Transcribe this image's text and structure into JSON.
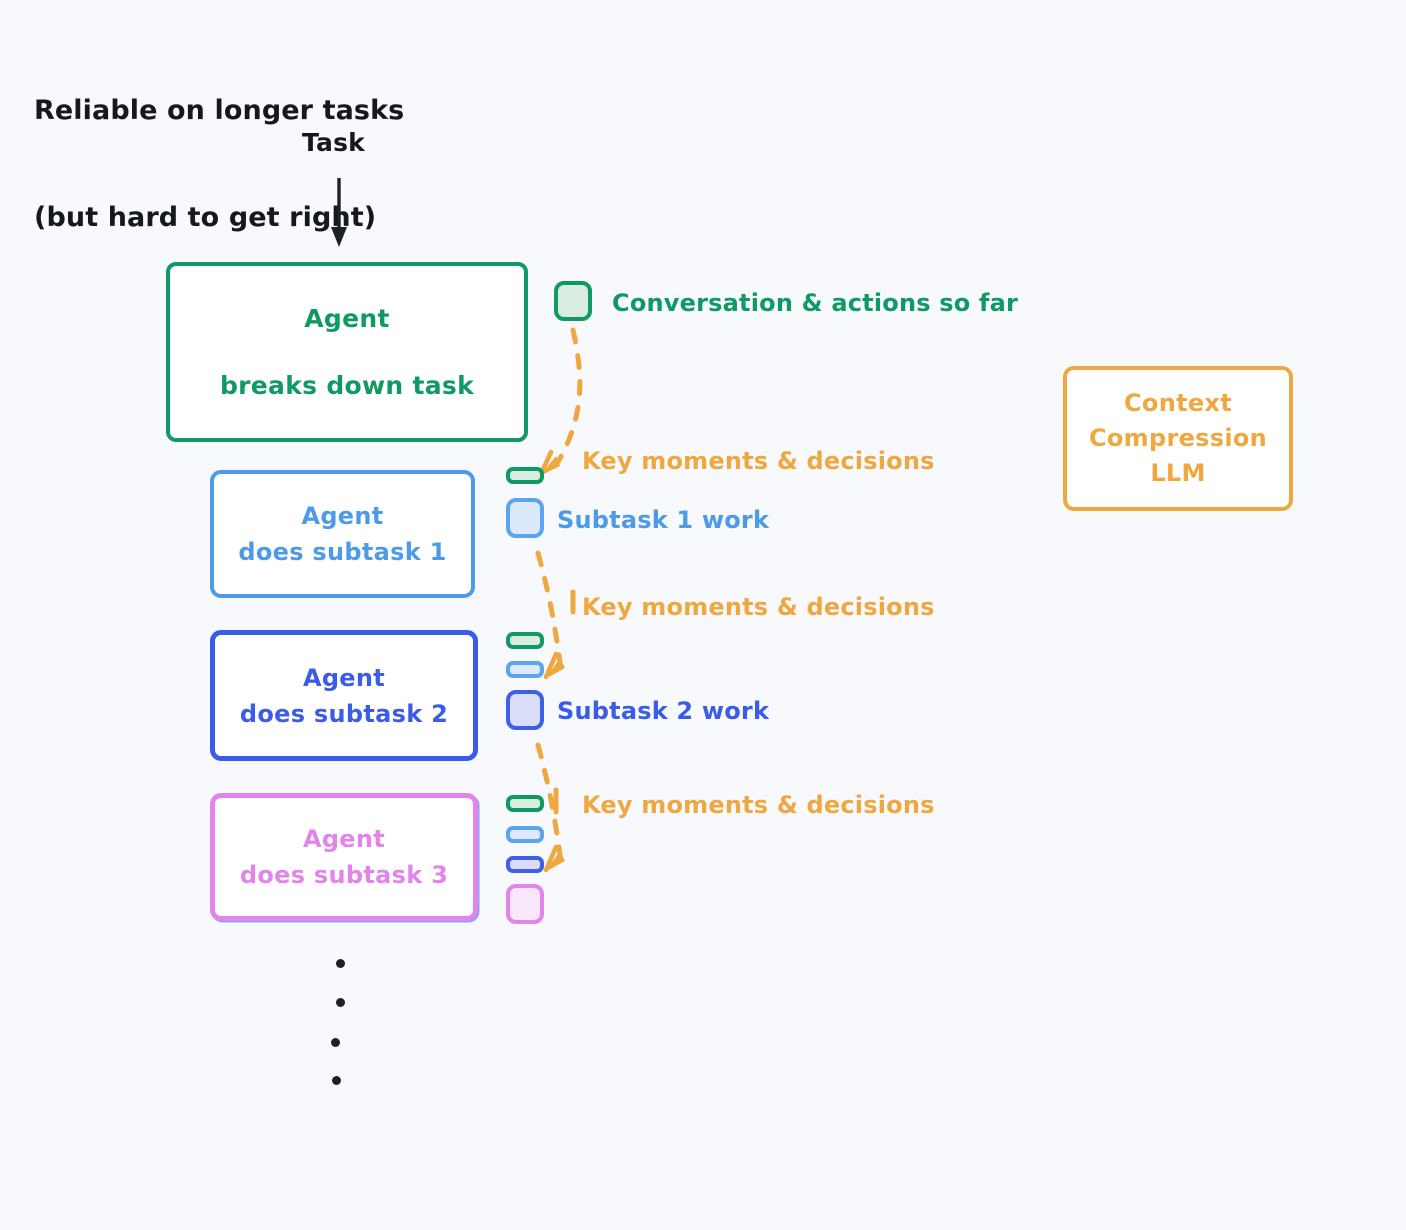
{
  "heading": {
    "line1": "Reliable on longer tasks",
    "line2": "(but hard to get right)"
  },
  "flow": {
    "task_label": "Task"
  },
  "boxes": {
    "root": {
      "line1": "Agent",
      "line2": "breaks down task",
      "color": "#109a63"
    },
    "subtask1": {
      "line1": "Agent",
      "line2": "does subtask 1",
      "color": "#4d9ae8"
    },
    "subtask2": {
      "line1": "Agent",
      "line2": "does subtask 2",
      "color": "#3a5ce8"
    },
    "subtask3": {
      "line1": "Agent",
      "line2": "does subtask 3",
      "color": "#e284ec"
    },
    "llm": {
      "line1": "Context",
      "line2": "Compression",
      "line3": "LLM",
      "color": "#efa83f"
    }
  },
  "labels": {
    "conversation": "Conversation & actions so far",
    "subtask1_work": "Subtask 1 work",
    "subtask2_work": "Subtask 2 work",
    "key_moments_1": "Key moments & decisions",
    "key_moments_2": "Key moments & decisions",
    "key_moments_3": "Key moments & decisions"
  },
  "colors": {
    "background": "#f7f9fc",
    "green": "#109a63",
    "blue_light": "#4d9ae8",
    "blue_dark": "#3a5ce8",
    "pink": "#e284ec",
    "orange": "#efa83f",
    "ink": "#15181d"
  },
  "chip_stacks": {
    "root": [
      "green-big"
    ],
    "subtask1": [
      "green-pill",
      "blue1-big"
    ],
    "subtask2": [
      "green-pill",
      "blue1-pill",
      "blue2-big"
    ],
    "subtask3": [
      "green-pill",
      "blue1-pill",
      "blue2-pill",
      "pink-big"
    ]
  },
  "ellipsis_dots": 4
}
